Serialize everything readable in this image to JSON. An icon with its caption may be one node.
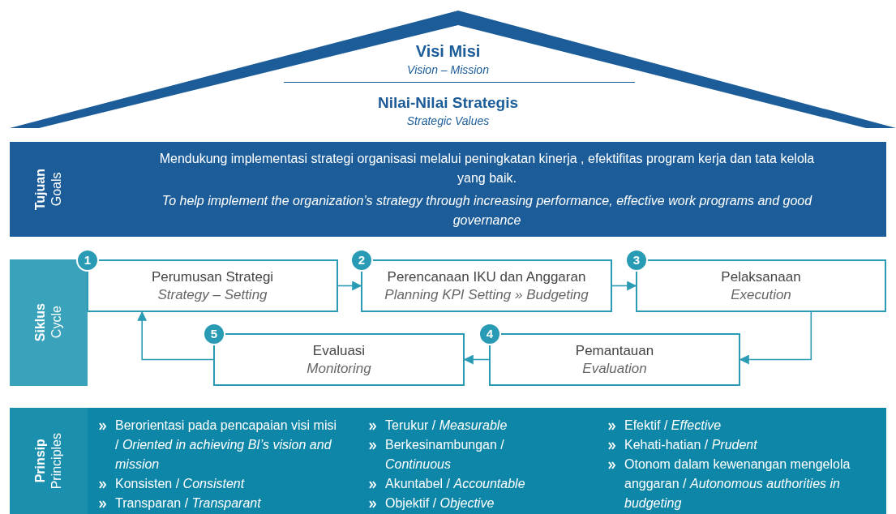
{
  "diagram": {
    "nodes": [
      {
        "text": [
          "Visi Misi",
          "Vision – Mission",
          "Nilai-Nilai Strategis",
          "Strategic Values"
        ]
      },
      {
        "text": [
          "Tujuan",
          "Goals"
        ]
      },
      {
        "text": [
          "Mendukung implementasi strategi organisasi melalui peningkatan kinerja , efektifitas program kerja dan tata kelola yang baik.",
          "To help implement the organization’s strategy through increasing performance, effective work programs and good governance"
        ]
      },
      {
        "text": [
          "Siklus",
          "Cycle"
        ]
      },
      {
        "text": [
          "1",
          "Perumusan Strategi",
          "Strategy – Setting"
        ]
      },
      {
        "text": [
          "2",
          "Perencanaan IKU dan Anggaran",
          "Planning KPI Setting » Budgeting"
        ]
      },
      {
        "text": [
          "3",
          "Pelaksanaan",
          "Execution"
        ]
      },
      {
        "text": [
          "4",
          "Pemantauan",
          "Evaluation"
        ]
      },
      {
        "text": [
          "5",
          "Evaluasi",
          "Monitoring"
        ]
      },
      {
        "text": [
          "Prinsip",
          "Principles"
        ]
      },
      {
        "text": [
          "Berorientasi pada pencapaian visi misi / *Oriented in achieving BI’s vision and mission*",
          "Konsisten / *Consistent*",
          "Transparan / *Transparant*",
          "Terukur / *Measurable*",
          "Berkesinambungan / *Continuous*",
          "Akuntabel / *Accountable*",
          "Objektif / *Objective*",
          "Efektif / *Effective*",
          "Kehati-hatian / *Prudent*",
          "Otonom dalam kewenangan mengelola anggaran / *Autonomous authorities in budgeting*"
        ]
      }
    ],
    "edges": [
      {
        "from": 4,
        "to": 5,
        "arrow": "to"
      },
      {
        "from": 5,
        "to": 6,
        "arrow": "to"
      },
      {
        "from": 6,
        "to": 7,
        "arrow": "to"
      },
      {
        "from": 7,
        "to": 8,
        "arrow": "to"
      },
      {
        "from": 8,
        "to": 4,
        "arrow": "to"
      }
    ]
  }
}
